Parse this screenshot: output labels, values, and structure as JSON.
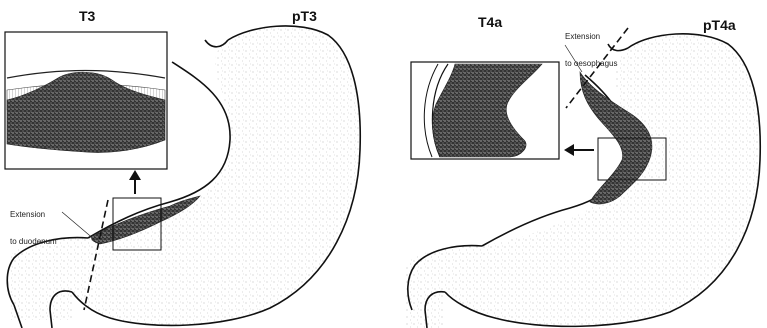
{
  "panels": [
    {
      "stage": "T3",
      "pathologic_stage": "pT3",
      "annotation_line1": "Extension",
      "annotation_line2": "to duodenum"
    },
    {
      "stage": "T4a",
      "pathologic_stage": "pT4a",
      "annotation_line1": "Extension",
      "annotation_line2": "to oesophagus"
    }
  ],
  "colors": {
    "ink": "#111111",
    "tumor": "#2a2a2a",
    "stipple": "#9a9a9a",
    "background": "#ffffff"
  }
}
